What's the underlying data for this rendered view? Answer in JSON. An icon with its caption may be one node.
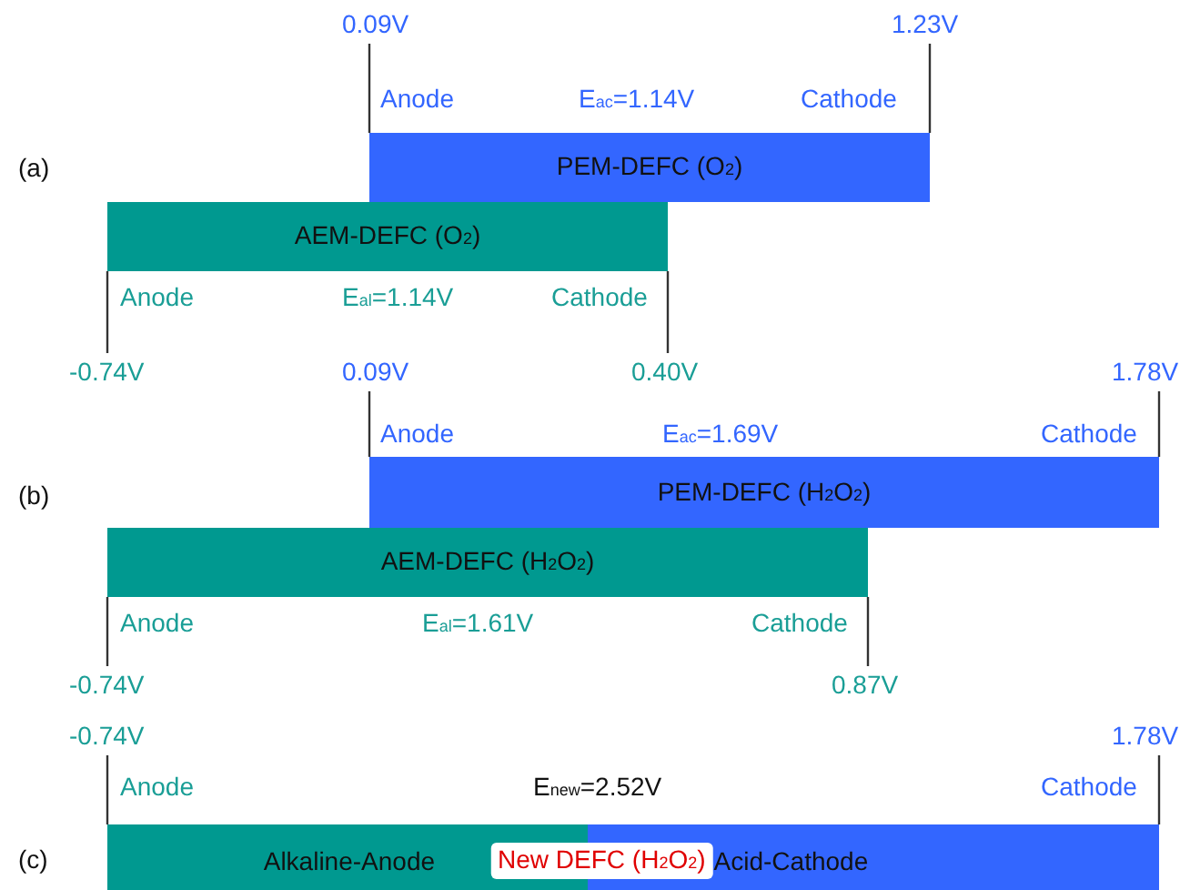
{
  "diagram": {
    "nodes": [
      {
        "text": [
          "PEM-DEFC (O$_{2}$)"
        ],
        "beside": [
          "Anode",
          "E$_{ac}$=1.14V",
          "Cathode"
        ]
      },
      {
        "text": [
          "AEM-DEFC (O$_{2}$)"
        ],
        "beside": [
          "Anode",
          "E$_{al}$=1.14V",
          "Cathode"
        ]
      },
      {
        "text": [
          "PEM-DEFC (H$_{2}$O$_{2}$)"
        ],
        "beside": [
          "Anode",
          "E$_{ac}$=1.69V",
          "Cathode"
        ]
      },
      {
        "text": [
          "AEM-DEFC (H$_{2}$O$_{2}$)"
        ],
        "beside": [
          "Anode",
          "E$_{al}$=1.61V",
          "Cathode"
        ]
      },
      {
        "text": [
          "Alkaline-Anode",
          "New DEFC (H$_{2}$O$_{2}$)",
          "Acid-Cathode"
        ],
        "beside": [
          "Anode",
          "E$_{new}$=2.52V",
          "Cathode"
        ]
      },
      {
        "text": [
          "0.09V"
        ]
      },
      {
        "text": [
          "1.23V"
        ]
      },
      {
        "text": [
          "-0.74V"
        ]
      },
      {
        "text": [
          "0.09V"
        ]
      },
      {
        "text": [
          "0.40V"
        ]
      },
      {
        "text": [
          "1.78V"
        ]
      },
      {
        "text": [
          "-0.74V"
        ]
      },
      {
        "text": [
          "0.87V"
        ]
      },
      {
        "text": [
          "-0.74V"
        ]
      },
      {
        "text": [
          "1.78V"
        ]
      }
    ],
    "edges": [
      {
        "from": 5,
        "to": 0,
        "arrow": "none"
      },
      {
        "from": 6,
        "to": 0,
        "arrow": "none"
      },
      {
        "from": 7,
        "to": 1,
        "arrow": "none"
      },
      {
        "from": 9,
        "to": 1,
        "arrow": "none"
      },
      {
        "from": 8,
        "to": 2,
        "arrow": "none"
      },
      {
        "from": 10,
        "to": 2,
        "arrow": "none"
      },
      {
        "from": 11,
        "to": 3,
        "arrow": "none"
      },
      {
        "from": 12,
        "to": 3,
        "arrow": "none"
      },
      {
        "from": 13,
        "to": 4,
        "arrow": "none"
      },
      {
        "from": 14,
        "to": 4,
        "arrow": "none"
      }
    ],
    "labels": [
      "(a)",
      "(b)",
      "(c)"
    ]
  }
}
